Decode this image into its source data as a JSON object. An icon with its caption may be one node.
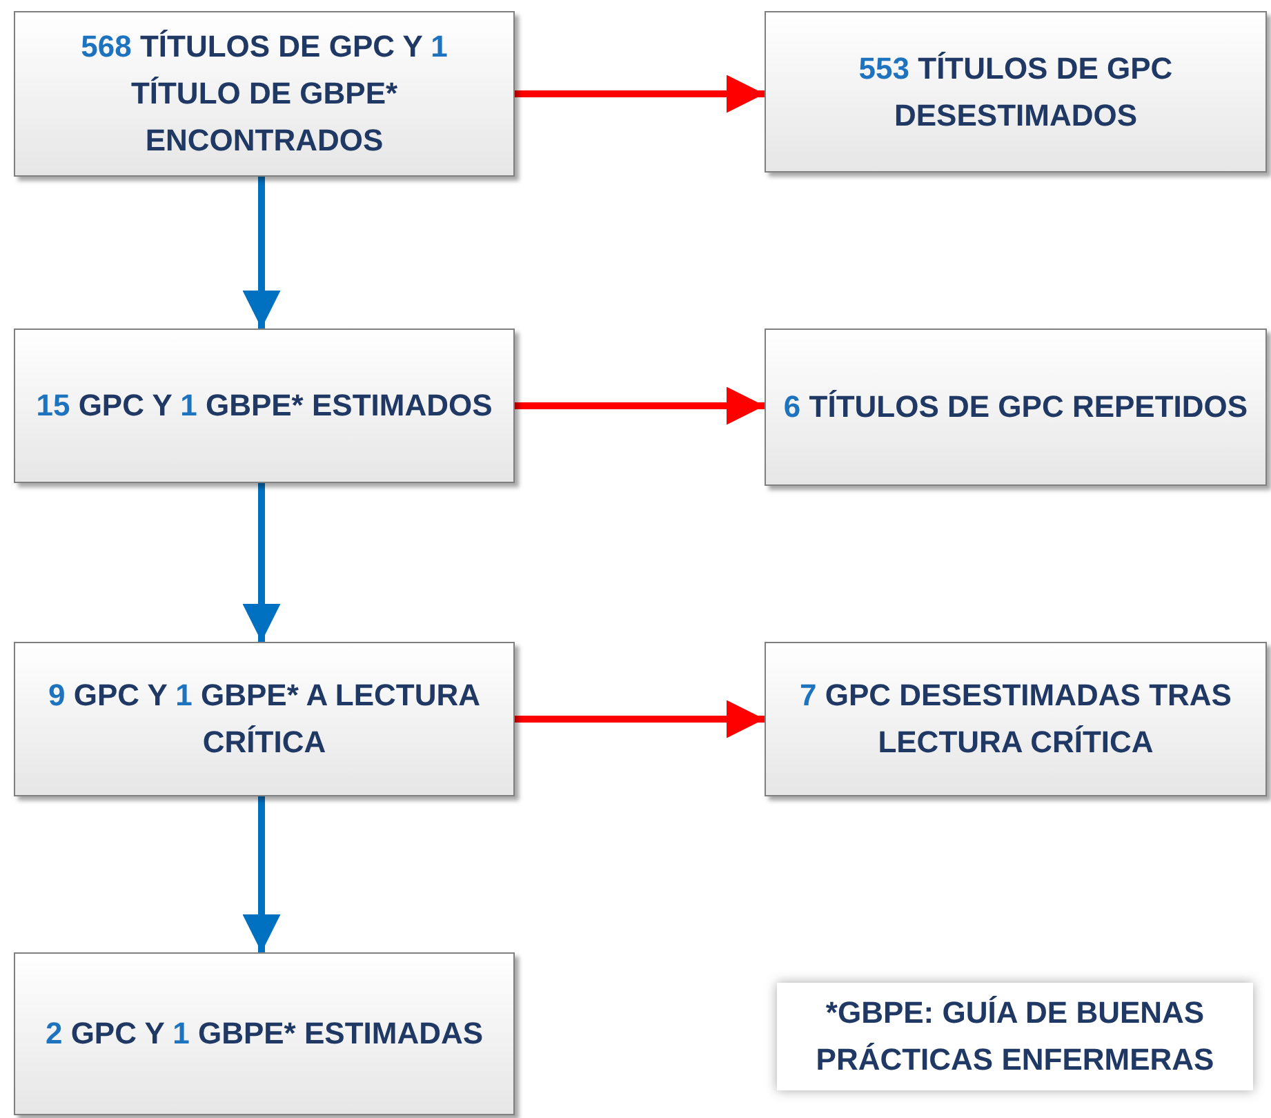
{
  "diagram": {
    "nodes": [
      {
        "text": [
          "**568** TÍTULOS DE GPC Y **1** TÍTULO DE GBPE* ENCONTRADOS"
        ]
      },
      {
        "text": [
          "**553** TÍTULOS DE GPC DESESTIMADOS"
        ]
      },
      {
        "text": [
          "**15** GPC Y **1** GBPE* ESTIMADOS"
        ]
      },
      {
        "text": [
          "**6** TÍTULOS DE GPC REPETIDOS"
        ]
      },
      {
        "text": [
          "**9** GPC Y **1** GBPE* A LECTURA CRÍTICA"
        ]
      },
      {
        "text": [
          "**7** GPC DESESTIMADAS TRAS LECTURA CRÍTICA"
        ]
      },
      {
        "text": [
          "**2** GPC Y **1** GBPE* ESTIMADAS"
        ]
      },
      {
        "text": [
          "*GBPE: GUÍA DE BUENAS PRÁCTICAS ENFERMERAS"
        ]
      }
    ],
    "edges": [
      {
        "from": 0,
        "to": 1,
        "arrow": "to",
        "color": "#ff0000"
      },
      {
        "from": 0,
        "to": 2,
        "arrow": "to",
        "color": "#0070c0"
      },
      {
        "from": 2,
        "to": 3,
        "arrow": "to",
        "color": "#ff0000"
      },
      {
        "from": 2,
        "to": 4,
        "arrow": "to",
        "color": "#0070c0"
      },
      {
        "from": 4,
        "to": 5,
        "arrow": "to",
        "color": "#ff0000"
      },
      {
        "from": 4,
        "to": 6,
        "arrow": "to",
        "color": "#0070c0"
      }
    ]
  }
}
